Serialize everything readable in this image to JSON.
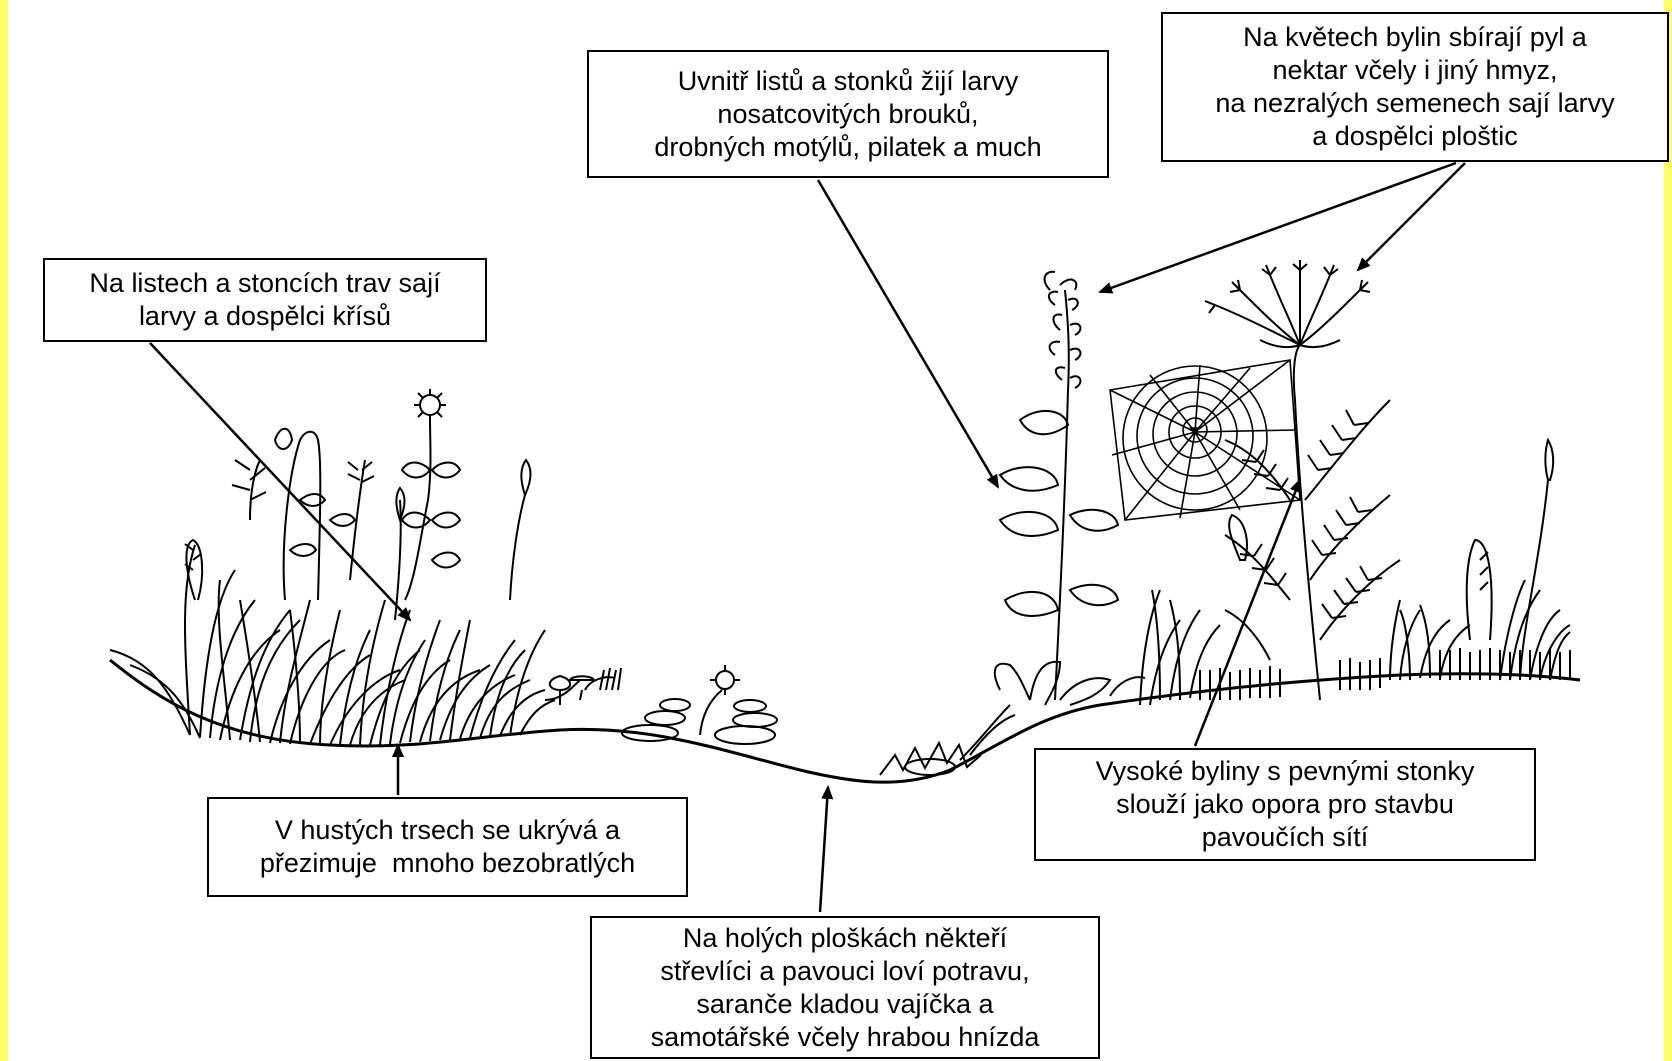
{
  "labels": {
    "grass_leaves": [
      "Na listech a stoncích trav sají",
      "larvy a dospělci křísů"
    ],
    "stems_larvae": [
      "Uvnitř listů a stonků žijí larvy",
      "nosatcovitých brouků,",
      "drobných motýlů, pilatek a much"
    ],
    "flowers_pollen": [
      "Na květech bylin sbírají pyl a",
      "nektar včely i jiný hmyz,",
      "na nezralých semenech sají larvy",
      "a dospělci ploštic"
    ],
    "tussocks": [
      "V hustých trsech se ukrývá a",
      "přezimuje  mnoho bezobratlých"
    ],
    "bare_patches": [
      "Na holých ploškách někteří",
      "střevlíci a pavouci loví potravu,",
      "saranče kladou vajíčka a",
      "samotářské včely hrabou hnízda"
    ],
    "tall_herbs": [
      "Vysoké byliny s pevnými stonky",
      "slouží jako opora pro stavbu",
      "pavoučích sítí"
    ]
  },
  "colors": {
    "border_stripe": "#ffff66",
    "ink": "#000000",
    "background": "#ffffff"
  }
}
